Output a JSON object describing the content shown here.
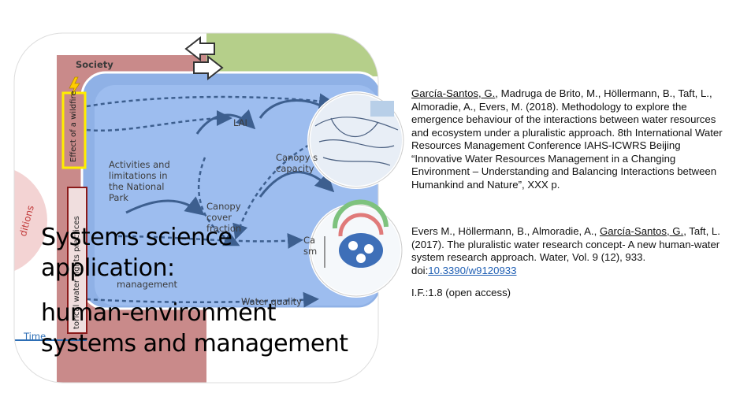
{
  "slide": {
    "title_lines": [
      "Systems science",
      "application:",
      "human-environment",
      "systems and management"
    ]
  },
  "diagram": {
    "society_label": "Society",
    "time_label": "Time",
    "conditions_label": "ditions",
    "wildfire_label": "Effect of a wildfire",
    "practices_label": "torical water rights practices",
    "nodes": {
      "lai": "LAI",
      "activities": "Activities and limitations in the National Park",
      "canopy_storage": "Canopy s capacity",
      "canopy_cover": "Canopy cover fraction",
      "ca_sm": "Ca sm",
      "management": "management",
      "water_quality": "Water quality"
    },
    "colors": {
      "society_band": "#c98a8a",
      "ecosystem_blue": "#8fb1e6",
      "green_box": "#b5cf8a",
      "wildfire_border": "#ffee00",
      "practices_border": "#8b1a1a"
    }
  },
  "references": {
    "ref1": {
      "author_underlined": "García-Santos, G.",
      "text": ", Madruga de Brito, M., Höllermann, B., Taft, L., Almoradie, A., Evers, M. (2018). Methodology to explore the emergence behaviour of the interactions between water resources and ecosystem under a pluralistic approach. 8th International Water Resources Management Conference IAHS-ICWRS Beijing “Innovative Water Resources Management in a Changing Environment – Understanding and Balancing Interactions between Humankind and Nature”, XXX p."
    },
    "ref2": {
      "text_before": "Evers M., Höllermann, B., Almoradie, A., ",
      "author_underlined": "García-Santos, G.",
      "text_after": ", Taft, L. (2017). The pluralistic water research concept- A new human-water system research approach. Water, Vol. 9 (12), 933. doi:",
      "doi": "10.3390/w9120933"
    },
    "ref3": {
      "impact": "I.F.:1.8 (open access)"
    }
  }
}
